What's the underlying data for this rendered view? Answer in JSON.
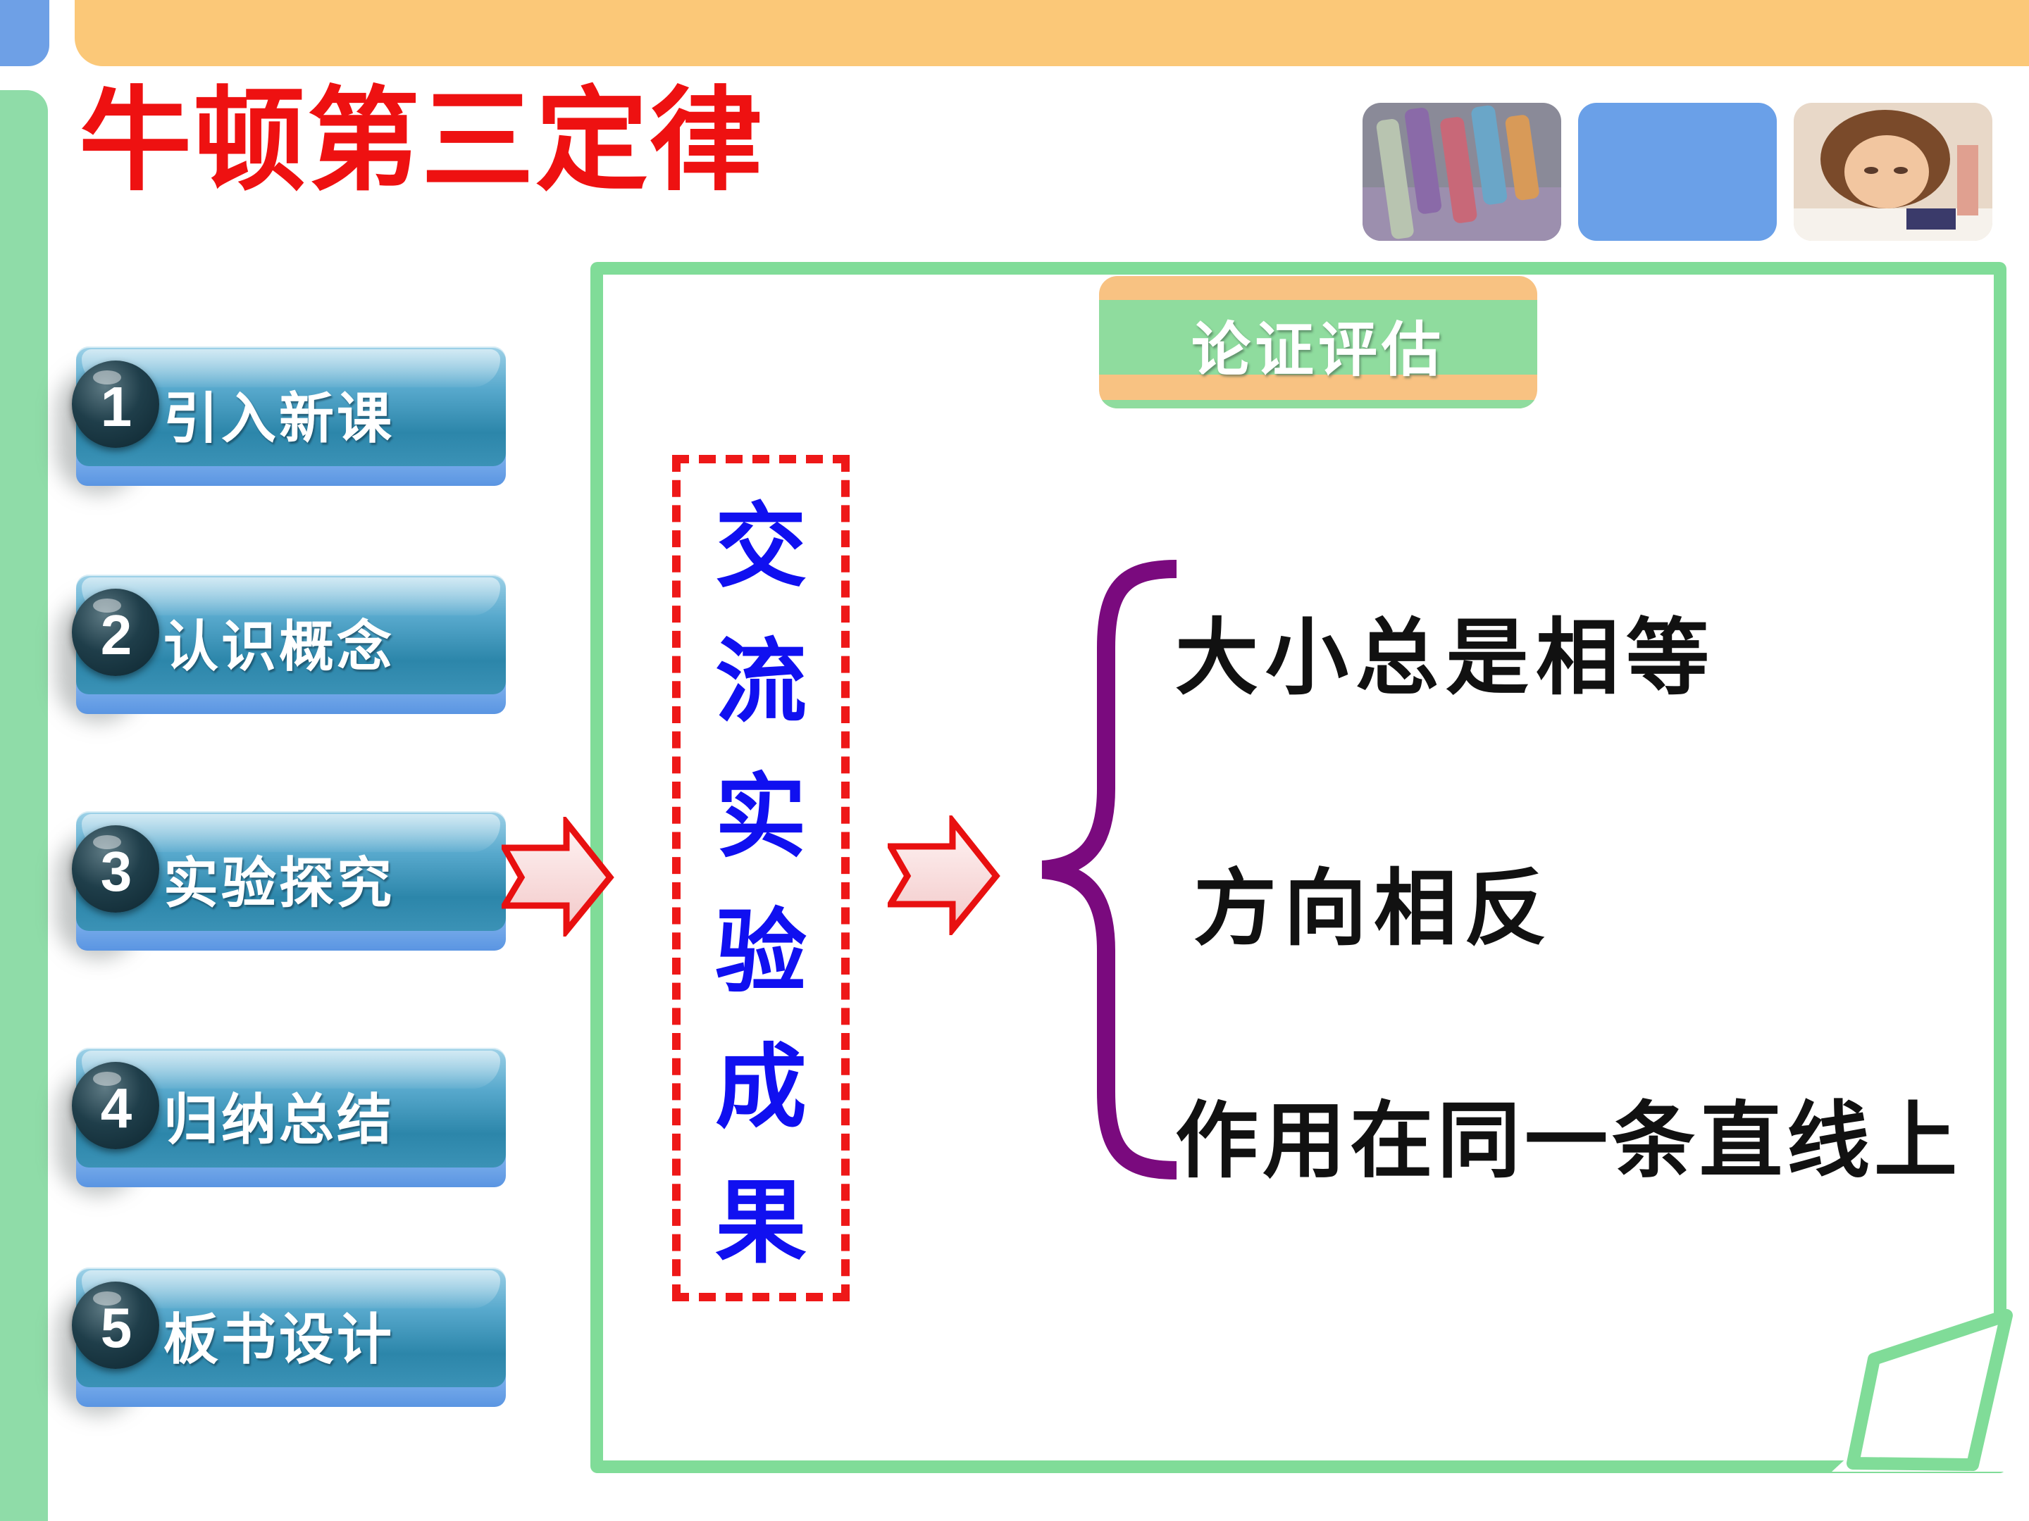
{
  "title": "牛顿第三定律",
  "nav": {
    "items": [
      {
        "num": "1",
        "label": "引入新课"
      },
      {
        "num": "2",
        "label": "认识概念"
      },
      {
        "num": "3",
        "label": "实验探究"
      },
      {
        "num": "4",
        "label": "归纳总结"
      },
      {
        "num": "5",
        "label": "板书设计"
      }
    ]
  },
  "stage_label": "论证评估",
  "vertical_label": [
    "交",
    "流",
    "实",
    "验",
    "成",
    "果"
  ],
  "results": [
    "大小总是相等",
    "方向相反",
    "作用在同一条直线上"
  ],
  "colors": {
    "title": "#ee1111",
    "panel_border": "#80dc98",
    "top_bar": "#fbc878",
    "brace": "#7a0a7e",
    "vertical_text": "#1010f0",
    "dashed_box": "#ee1818"
  },
  "icons": [
    "chalk-thumbnail",
    "blue-thumbnail",
    "child-thumbnail",
    "arrow-right-icon",
    "brace-icon"
  ]
}
